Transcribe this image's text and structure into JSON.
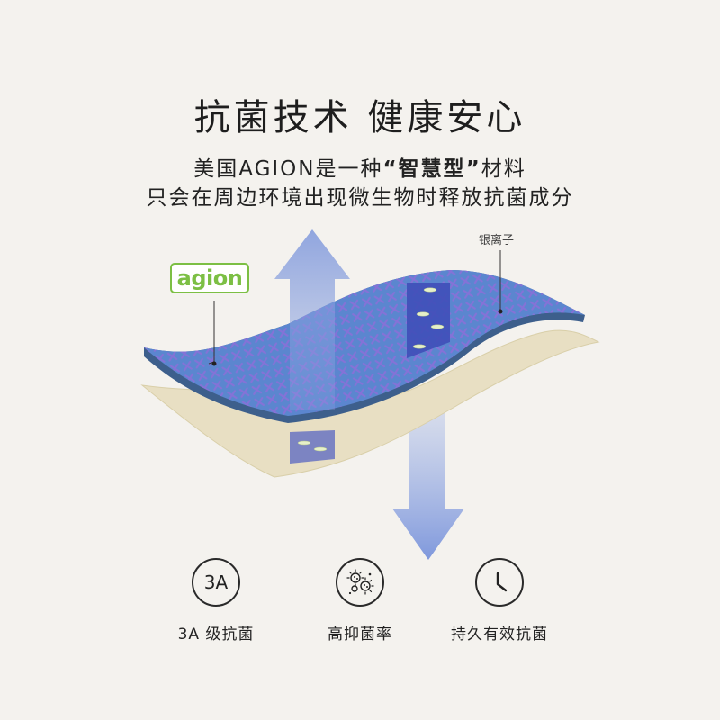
{
  "header": {
    "title": "抗菌技术 健康安心",
    "line1_prefix": "美国AGION是一种",
    "line1_bold": "“智慧型”",
    "line1_suffix": "材料",
    "line2": "只会在周边环境出现微生物时释放抗菌成分"
  },
  "illustration": {
    "logo_text": "agion",
    "silver_ion_label": "银离子"
  },
  "features": [
    {
      "icon": "3a-icon",
      "icon_text": "3A",
      "label": "3A 级抗菌"
    },
    {
      "icon": "bacteria-icon",
      "label": "高抑菌率"
    },
    {
      "icon": "clock-icon",
      "label": "持久有效抗菌"
    }
  ],
  "colors": {
    "background": "#f4f2ee",
    "fabric_blue": "#5b86cf",
    "fabric_edge": "#3d5f8c",
    "cream_layer": "#e8dfc3",
    "arrow": "#8fa6e0",
    "agion_green": "#7cbf44"
  }
}
